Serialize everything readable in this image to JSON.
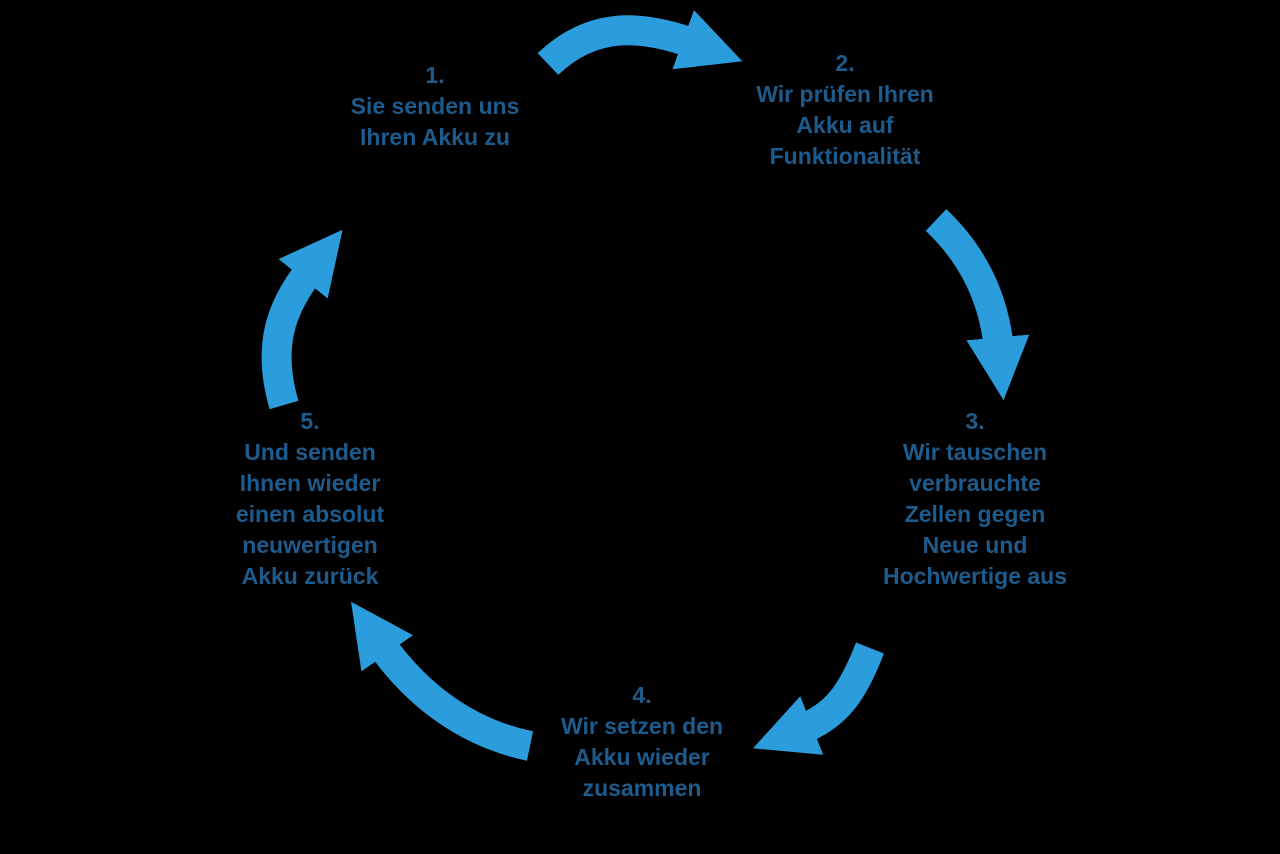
{
  "diagram": {
    "type": "cycle",
    "background_color": "#000000",
    "text_color": "#1e5b8d",
    "arrow_color": "#2b9cdc",
    "steps": [
      {
        "number": "1.",
        "text": "Sie senden uns\nIhren Akku zu"
      },
      {
        "number": "2.",
        "text": "Wir prüfen Ihren\nAkku auf\nFunktionalität"
      },
      {
        "number": "3.",
        "text": "Wir tauschen\nverbrauchte\nZellen gegen\nNeue und\nHochwertige aus"
      },
      {
        "number": "4.",
        "text": "Wir setzen den\nAkku wieder\nzusammen"
      },
      {
        "number": "5.",
        "text": "Und senden\nIhnen wieder\neinen absolut\nneuwertigen\nAkku zurück"
      }
    ]
  }
}
